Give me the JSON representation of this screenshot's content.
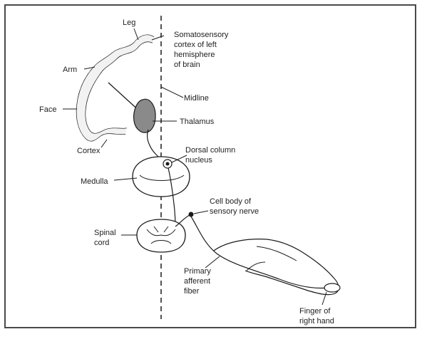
{
  "diagram": {
    "labels": {
      "leg": "Leg",
      "arm": "Arm",
      "face": "Face",
      "cortex": "Cortex",
      "medulla": "Medulla",
      "spinal_cord_1": "Spinal",
      "spinal_cord_2": "cord",
      "somato_1": "Somatosensory",
      "somato_2": "cortex of left",
      "somato_3": "hemisphere",
      "somato_4": "of brain",
      "midline": "Midline",
      "thalamus": "Thalamus",
      "dorsal_1": "Dorsal column",
      "dorsal_2": "nucleus",
      "cellbody_1": "Cell body of",
      "cellbody_2": "sensory nerve",
      "primary_1": "Primary",
      "primary_2": "afferent",
      "primary_3": "fiber",
      "finger_1": "Finger of",
      "finger_2": "right hand"
    },
    "colors": {
      "line": "#1a1a1a",
      "thalamus_fill": "#8a8a8a",
      "frame": "#4a4a4a"
    }
  }
}
